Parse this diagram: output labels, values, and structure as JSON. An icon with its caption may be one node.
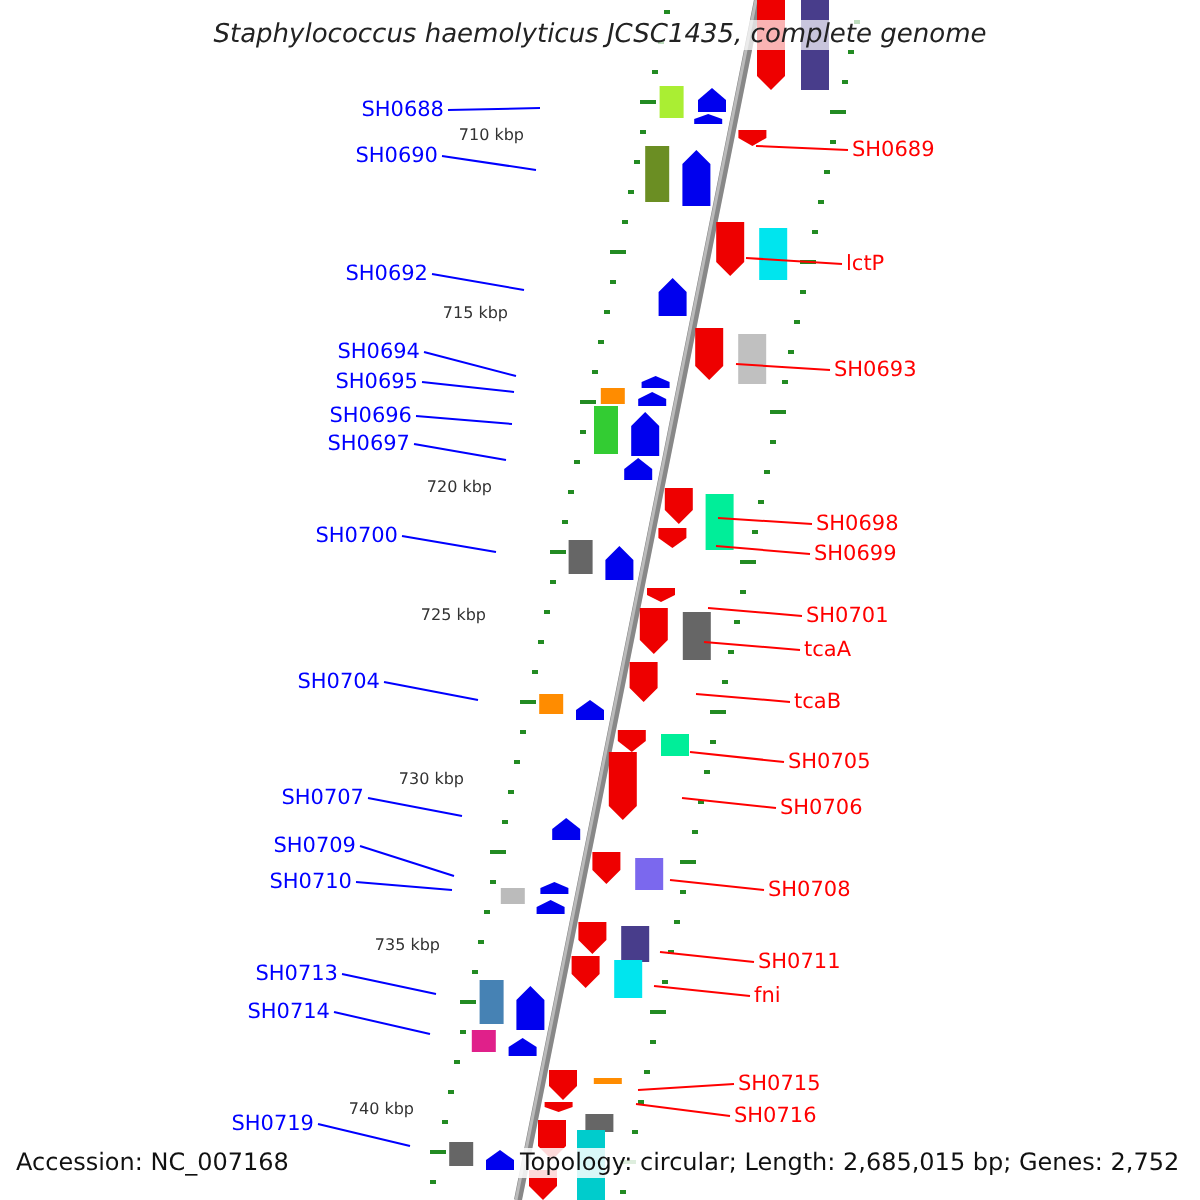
{
  "diagram": {
    "title": "Staphylococcus haemolyticus JCSC1435, complete genome",
    "nodes": [
      {
        "text": [
          "SH0688"
        ]
      },
      {
        "text": [
          "SH0689"
        ]
      },
      {
        "text": [
          "SH0690"
        ]
      },
      {
        "text": [
          "lctP"
        ]
      },
      {
        "text": [
          "SH0692"
        ]
      },
      {
        "text": [
          "SH0694"
        ]
      },
      {
        "text": [
          "SH0693"
        ]
      },
      {
        "text": [
          "SH0695"
        ]
      },
      {
        "text": [
          "SH0696"
        ]
      },
      {
        "text": [
          "SH0697"
        ]
      },
      {
        "text": [
          "SH0698"
        ]
      },
      {
        "text": [
          "SH0700"
        ]
      },
      {
        "text": [
          "SH0699"
        ]
      },
      {
        "text": [
          "SH0701"
        ]
      },
      {
        "text": [
          "tcaA"
        ]
      },
      {
        "text": [
          "SH0704"
        ]
      },
      {
        "text": [
          "tcaB"
        ]
      },
      {
        "text": [
          "SH0705"
        ]
      },
      {
        "text": [
          "SH0707"
        ]
      },
      {
        "text": [
          "SH0706"
        ]
      },
      {
        "text": [
          "SH0709"
        ]
      },
      {
        "text": [
          "SH0710"
        ]
      },
      {
        "text": [
          "SH0708"
        ]
      },
      {
        "text": [
          "SH0711"
        ]
      },
      {
        "text": [
          "SH0713"
        ]
      },
      {
        "text": [
          "fni"
        ]
      },
      {
        "text": [
          "SH0714"
        ]
      },
      {
        "text": [
          "SH0715"
        ]
      },
      {
        "text": [
          "SH0719"
        ]
      },
      {
        "text": [
          "SH0716"
        ]
      }
    ],
    "edges": [
      {
        "from": 0,
        "to": null,
        "arrow": "none"
      },
      {
        "from": 1,
        "to": null,
        "arrow": "none",
        "color": "#ff0000"
      },
      {
        "from": 2,
        "to": null,
        "arrow": "none"
      },
      {
        "from": 3,
        "to": null,
        "arrow": "none",
        "color": "#ff0000"
      },
      {
        "from": 4,
        "to": null,
        "arrow": "none"
      },
      {
        "from": 5,
        "to": null,
        "arrow": "none"
      },
      {
        "from": 6,
        "to": null,
        "arrow": "none",
        "color": "#ff0000"
      },
      {
        "from": 7,
        "to": null,
        "arrow": "none"
      },
      {
        "from": 8,
        "to": null,
        "arrow": "none"
      },
      {
        "from": 9,
        "to": null,
        "arrow": "none"
      },
      {
        "from": 10,
        "to": null,
        "arrow": "none",
        "color": "#ff0000"
      },
      {
        "from": 11,
        "to": null,
        "arrow": "none"
      },
      {
        "from": 12,
        "to": null,
        "arrow": "none",
        "color": "#ff0000"
      },
      {
        "from": 13,
        "to": null,
        "arrow": "none",
        "color": "#ff0000"
      },
      {
        "from": 14,
        "to": null,
        "arrow": "none",
        "color": "#ff0000"
      },
      {
        "from": 15,
        "to": null,
        "arrow": "none"
      },
      {
        "from": 16,
        "to": null,
        "arrow": "none",
        "color": "#ff0000"
      },
      {
        "from": 17,
        "to": null,
        "arrow": "none",
        "color": "#ff0000"
      },
      {
        "from": 18,
        "to": null,
        "arrow": "none"
      },
      {
        "from": 19,
        "to": null,
        "arrow": "none",
        "color": "#ff0000"
      },
      {
        "from": 20,
        "to": null,
        "arrow": "none"
      },
      {
        "from": 21,
        "to": null,
        "arrow": "none"
      },
      {
        "from": 22,
        "to": null,
        "arrow": "none",
        "color": "#ff0000"
      },
      {
        "from": 23,
        "to": null,
        "arrow": "none",
        "color": "#ff0000"
      },
      {
        "from": 24,
        "to": null,
        "arrow": "none"
      },
      {
        "from": 25,
        "to": null,
        "arrow": "none",
        "color": "#ff0000"
      },
      {
        "from": 26,
        "to": null,
        "arrow": "none"
      },
      {
        "from": 27,
        "to": null,
        "arrow": "none",
        "color": "#ff0000"
      },
      {
        "from": 28,
        "to": null,
        "arrow": "none"
      },
      {
        "from": 29,
        "to": null,
        "arrow": "none",
        "color": "#ff0000"
      }
    ],
    "labels": [
      "710 kbp",
      "715 kbp",
      "720 kbp",
      "725 kbp",
      "730 kbp",
      "735 kbp",
      "740 kbp",
      "Accession: NC_007168",
      "Topology: circular; Length: 2,685,015 bp; Genes: 2,752"
    ]
  }
}
